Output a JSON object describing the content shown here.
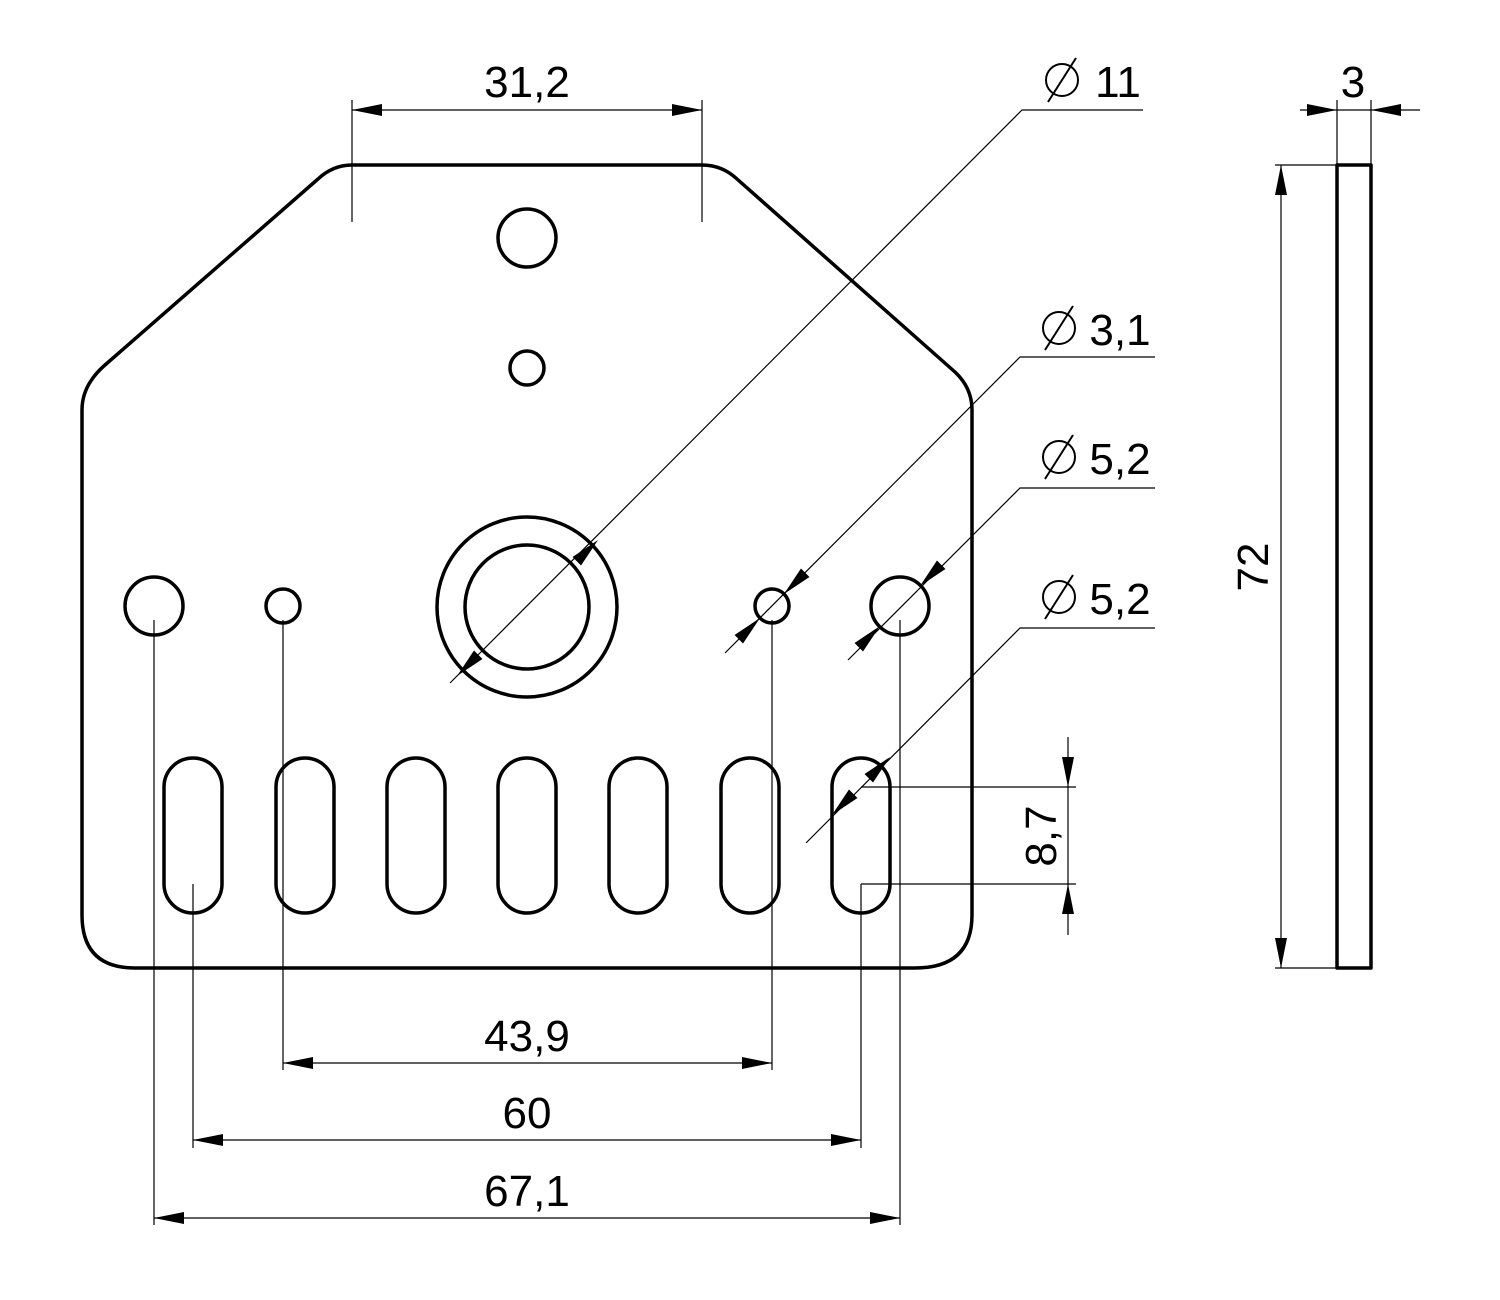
{
  "drawing": {
    "dimensions": {
      "top_width": "31,2",
      "hole_spacing_small": "43,9",
      "slot_spacing": "60",
      "hole_spacing_large": "67,1",
      "slot_length": "8,7",
      "thickness": "3",
      "height": "72"
    },
    "diameters": [
      {
        "label": "11"
      },
      {
        "label": "3,1"
      },
      {
        "label": "5,2"
      },
      {
        "label": "5,2"
      }
    ],
    "diameter_symbol": "diameter-icon",
    "line_color": "#000000",
    "background": "#ffffff"
  }
}
